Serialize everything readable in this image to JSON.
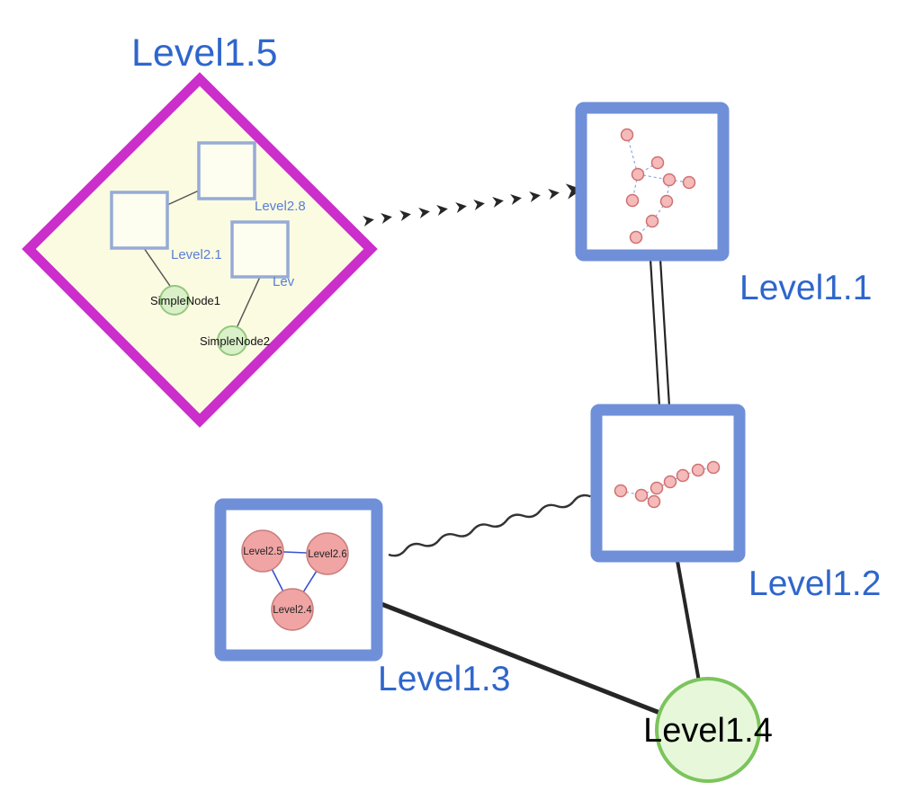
{
  "diagram": {
    "label_color": "#2f66cc",
    "top_nodes": {
      "level15": {
        "label": "Level1.5",
        "shape": "diamond",
        "border_color": "#cb2ecb",
        "fill": "#fbfbe2"
      },
      "level11": {
        "label": "Level1.1",
        "shape": "square",
        "border_color": "#6f8fd9",
        "fill": "#ffffff"
      },
      "level12": {
        "label": "Level1.2",
        "shape": "square",
        "border_color": "#6f8fd9",
        "fill": "#ffffff"
      },
      "level13": {
        "label": "Level1.3",
        "shape": "square",
        "border_color": "#6f8fd9",
        "fill": "#ffffff"
      },
      "level14": {
        "label": "Level1.4",
        "shape": "circle",
        "border_color": "#7cc45c",
        "fill": "#e7f8da"
      }
    },
    "level15_children": {
      "square1_label": "Level2.8",
      "square2_label": "Level2.1",
      "square3_label": "Lev",
      "node1_label": "SimpleNode1",
      "node2_label": "SimpleNode2"
    },
    "level13_children": {
      "left_label": "Level2.5",
      "right_label": "Level2.6",
      "bottom_label": "Level2.4"
    },
    "edges": [
      {
        "from": "Level1.5",
        "to": "Level1.1",
        "style": "dashed-chevron-arrow"
      },
      {
        "from": "Level1.1",
        "to": "Level1.2",
        "style": "double-line"
      },
      {
        "from": "Level1.3",
        "to": "Level1.2",
        "style": "wavy"
      },
      {
        "from": "Level1.3",
        "to": "Level1.4",
        "style": "solid"
      },
      {
        "from": "Level1.2",
        "to": "Level1.4",
        "style": "solid"
      }
    ],
    "colors": {
      "mini_node_fill": "#f5baba",
      "mini_node_border": "#cf7070",
      "mini_edge": "#90a8e0",
      "triangle_node_fill": "#f0a4a4",
      "triangle_node_border": "#c97c7c",
      "triangle_edge": "#3a4fd0",
      "edge_black": "#262626",
      "inner_square_border": "#96abd6",
      "green_node_fill": "#daf0c8",
      "green_node_border": "#94c87e"
    }
  }
}
